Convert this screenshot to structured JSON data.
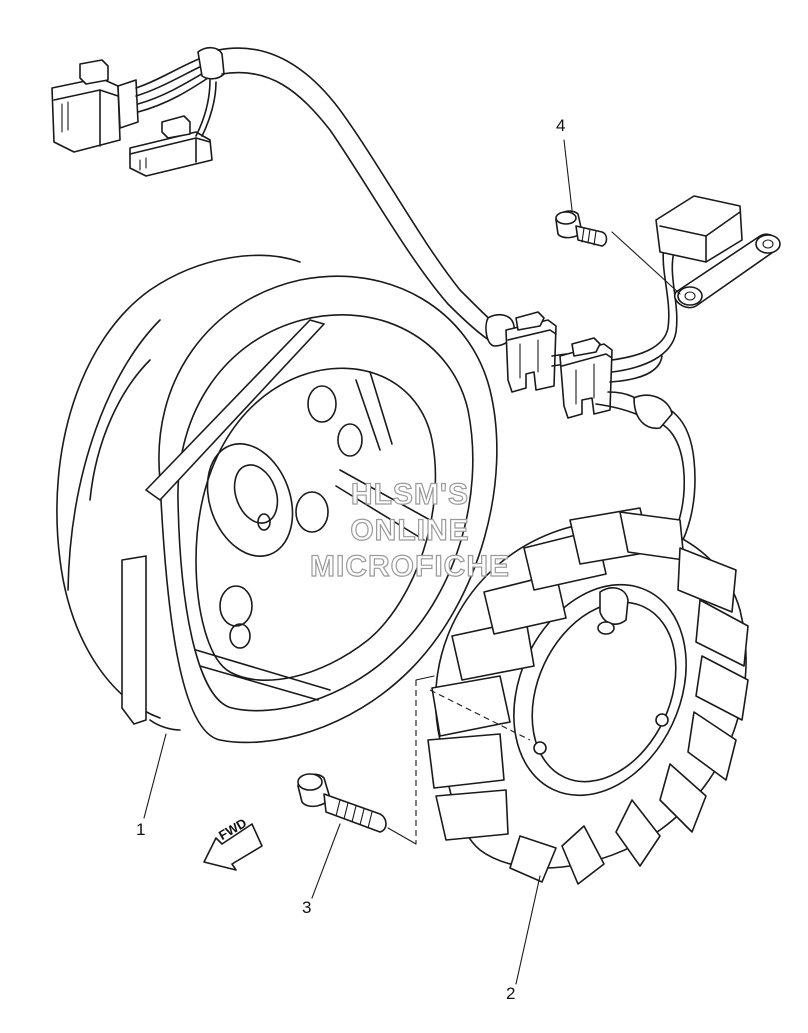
{
  "callouts": {
    "part1": "1",
    "part2": "2",
    "part3": "3",
    "part4": "4"
  },
  "watermark": {
    "line1": "HLSM'S",
    "line2": "ONLINE",
    "line3": "MICROFICHE"
  },
  "direction_badge": "FWD",
  "colors": {
    "ink": "#1a1a1a",
    "watermark_outline": "#9a9a9a",
    "background": "#ffffff"
  }
}
